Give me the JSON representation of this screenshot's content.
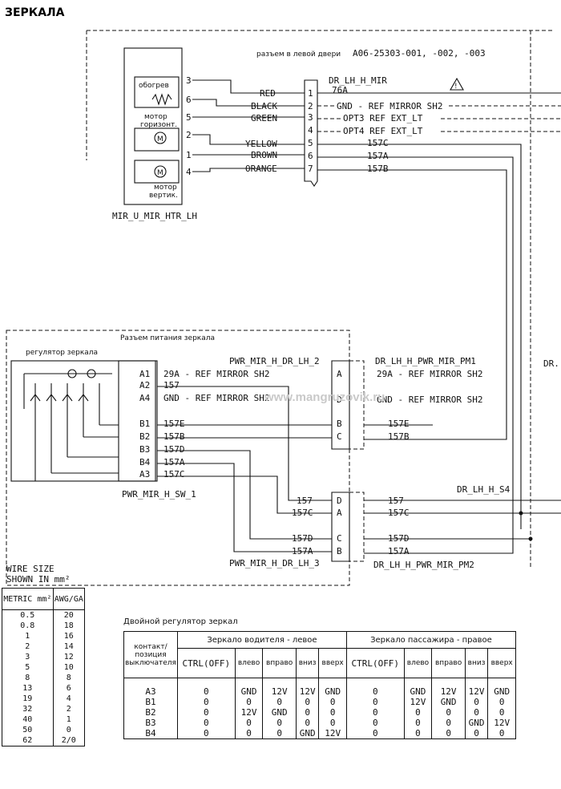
{
  "title": "ЗЕРКАЛА",
  "watermark": "www.mangruzovik.ru",
  "door_connector": {
    "caption": "разъем в левой двери",
    "part_number": "A06-25303-001, -002, -003",
    "name": "DR_LH_H_MIR",
    "warning_icon": "warning-triangle-icon",
    "pins": [
      "1",
      "2",
      "3",
      "4",
      "5",
      "6",
      "7"
    ],
    "right_labels": [
      "76A",
      "GND - REF MIRROR SH2",
      "OPT3  REF EXT_LT",
      "OPT4  REF EXT_LT",
      "157C",
      "157A",
      "157B"
    ]
  },
  "mirror_unit": {
    "name": "MIR_U_MIR_HTR_LH",
    "heater_label": "обогрев",
    "motor_h_label": "мотор горизонт.",
    "motor_h_line1": "мотор",
    "motor_h_line2": "горизонт.",
    "motor_v_line1": "мотор",
    "motor_v_line2": "вертик.",
    "motor_symbol": "M",
    "pins": [
      "3",
      "6",
      "5",
      "2",
      "1",
      "4"
    ],
    "wire_colors": [
      "RED",
      "BLACK",
      "GREEN",
      "YELLOW",
      "BROWN",
      "ORANGE"
    ]
  },
  "power_connector_section": {
    "caption": "Разъем питания зеркала",
    "switch_caption": "регулятор зеркала",
    "switch_name": "PWR_MIR_H_SW_1",
    "switch_pins": [
      "A1",
      "A2",
      "A4",
      "B1",
      "B2",
      "B3",
      "B4",
      "A3"
    ],
    "switch_wires": [
      "29A - REF MIRROR SH2",
      "157",
      "GND - REF MIRROR SH2",
      "157E",
      "157B",
      "157D",
      "157A",
      "157C"
    ],
    "conn2_name": "PWR_MIR_H_DR_LH_2",
    "conn2_pins": [
      "A",
      "D",
      "B",
      "C"
    ],
    "conn2_right_name": "DR_LH_H_PWR_MIR_PM1",
    "conn2_right_wires": [
      "29A - REF MIRROR SH2",
      "GND - REF MIRROR SH2",
      "157E",
      "157B"
    ],
    "conn3_name": "PWR_MIR_H_DR_LH_3",
    "conn3_pins": [
      "D",
      "A",
      "C",
      "B"
    ],
    "conn3_left_wires": [
      "157",
      "157C",
      "157D",
      "157A"
    ],
    "conn3_right_wires": [
      "157",
      "157C",
      "157D",
      "157A"
    ],
    "conn3_right_name": "DR_LH_H_PWR_MIR_PM2",
    "s4_name": "DR_LH_H_S4",
    "edge_label": "DR."
  },
  "wire_size_table": {
    "title_line1": "WIRE SIZE",
    "title_line2": "SHOWN IN mm²",
    "headers": [
      "METRIC mm²",
      "AWG/GA"
    ],
    "rows": [
      [
        "0.5",
        "20"
      ],
      [
        "0.8",
        "18"
      ],
      [
        "1",
        "16"
      ],
      [
        "2",
        "14"
      ],
      [
        "3",
        "12"
      ],
      [
        "5",
        "10"
      ],
      [
        "8",
        "8"
      ],
      [
        "13",
        "6"
      ],
      [
        "19",
        "4"
      ],
      [
        "32",
        "2"
      ],
      [
        "40",
        "1"
      ],
      [
        "50",
        "0"
      ],
      [
        "62",
        "2/0"
      ]
    ]
  },
  "switch_table": {
    "title": "Двойной регулятор зеркал",
    "contact_header": [
      "контакт/",
      "позиция",
      "выключателя"
    ],
    "driver_header": "Зеркало водителя - левое",
    "passenger_header": "Зеркало пассажира - правое",
    "sub_headers": [
      "CTRL(OFF)",
      "влево",
      "вправо",
      "вниз",
      "вверх"
    ],
    "rows": [
      [
        "A3",
        "0",
        "GND",
        "12V",
        "12V",
        "GND",
        "0",
        "GND",
        "12V",
        "12V",
        "GND"
      ],
      [
        "B1",
        "0",
        "0",
        "0",
        "0",
        "0",
        "0",
        "12V",
        "GND",
        "0",
        "0"
      ],
      [
        "B2",
        "0",
        "12V",
        "GND",
        "0",
        "0",
        "0",
        "0",
        "0",
        "0",
        "0"
      ],
      [
        "B3",
        "0",
        "0",
        "0",
        "0",
        "0",
        "0",
        "0",
        "0",
        "GND",
        "12V"
      ],
      [
        "B4",
        "0",
        "0",
        "0",
        "GND",
        "12V",
        "0",
        "0",
        "0",
        "0",
        "0"
      ]
    ]
  }
}
